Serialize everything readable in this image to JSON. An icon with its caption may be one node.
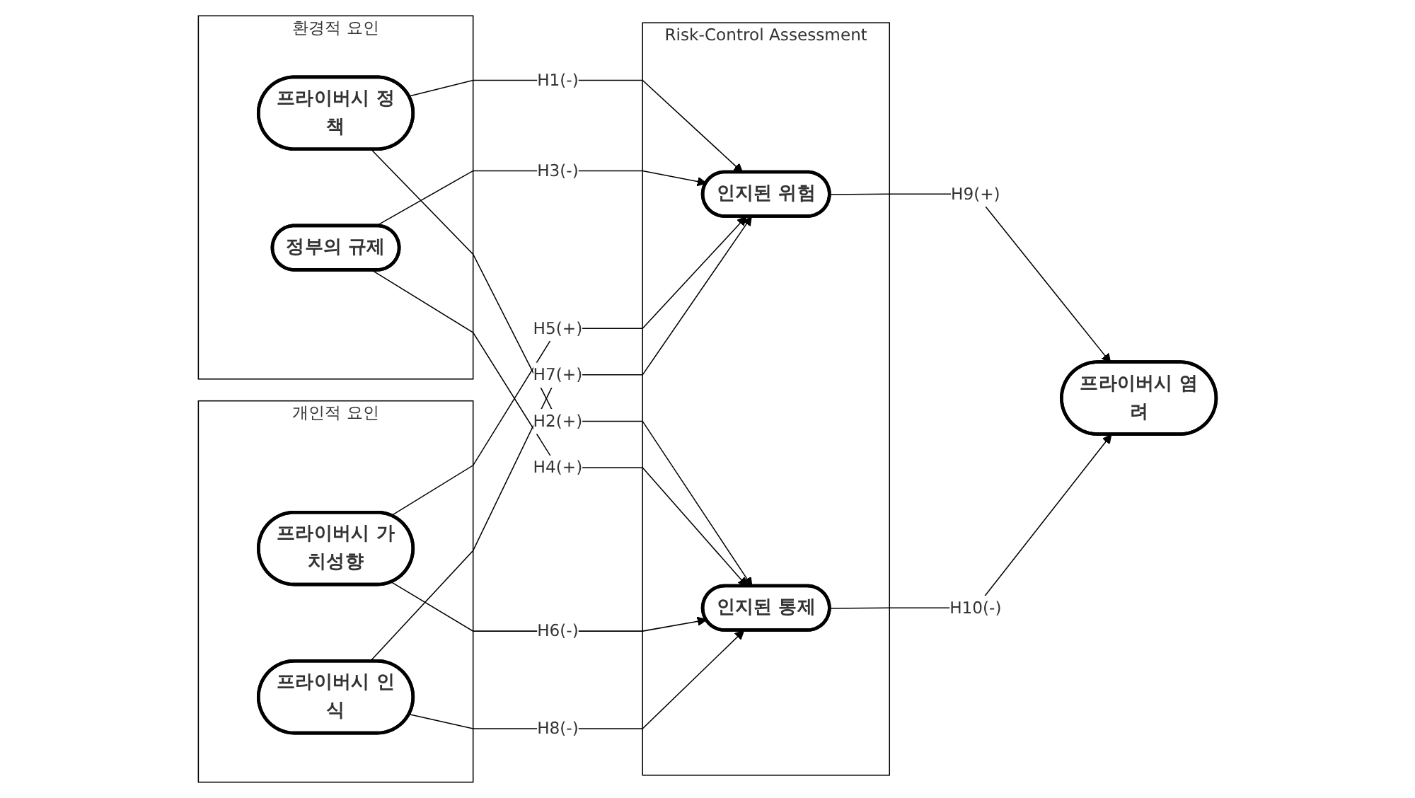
{
  "diagram": {
    "nodes": [
      {
        "text": [
          "환경적 요인"
        ]
      },
      {
        "text": [
          "프라이버시 정책"
        ],
        "in": 0
      },
      {
        "text": [
          "정부의 규제"
        ],
        "in": 0
      },
      {
        "text": [
          "개인적 요인"
        ]
      },
      {
        "text": [
          "프라이버시 가치성향"
        ],
        "in": 3
      },
      {
        "text": [
          "프라이버시 인식"
        ],
        "in": 3
      },
      {
        "text": [
          "Risk-Control Assessment"
        ]
      },
      {
        "text": [
          "인지된 위험"
        ],
        "in": 6
      },
      {
        "text": [
          "인지된 통제"
        ],
        "in": 6
      },
      {
        "text": [
          "프라이버시 염려"
        ]
      }
    ],
    "edges": [
      {
        "from": 1,
        "to": 7,
        "arrow": "to",
        "label": "H1(-)"
      },
      {
        "from": 1,
        "to": 8,
        "arrow": "to",
        "label": "H2(+)"
      },
      {
        "from": 2,
        "to": 7,
        "arrow": "to",
        "label": "H3(-)"
      },
      {
        "from": 2,
        "to": 8,
        "arrow": "to",
        "label": "H4(+)"
      },
      {
        "from": 4,
        "to": 7,
        "arrow": "to",
        "label": "H5(+)"
      },
      {
        "from": 4,
        "to": 8,
        "arrow": "to",
        "label": "H6(-)"
      },
      {
        "from": 5,
        "to": 7,
        "arrow": "to",
        "label": "H7(+)"
      },
      {
        "from": 5,
        "to": 8,
        "arrow": "to",
        "label": "H8(-)"
      },
      {
        "from": 7,
        "to": 9,
        "arrow": "to",
        "label": "H9(+)"
      },
      {
        "from": 8,
        "to": 9,
        "arrow": "to",
        "label": "H10(-)"
      }
    ]
  }
}
